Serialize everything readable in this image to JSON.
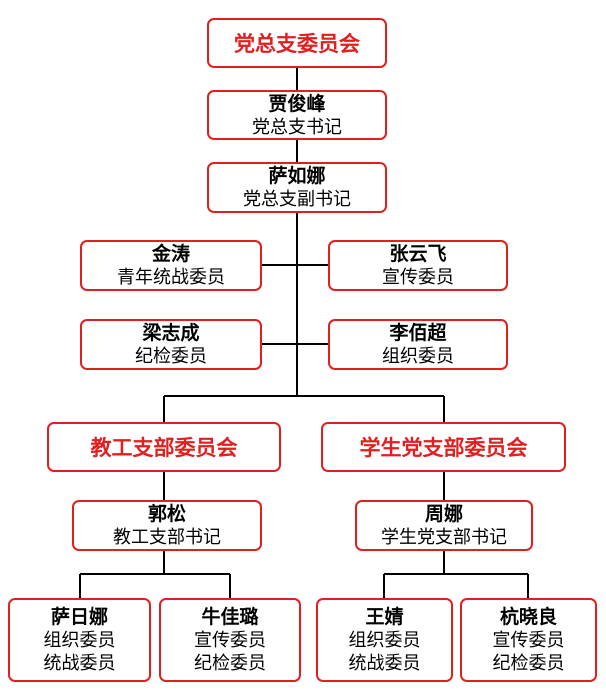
{
  "committee": {
    "title": "党总支委员会"
  },
  "secretary": {
    "name": "贾俊峰",
    "role": "党总支书记"
  },
  "deputy": {
    "name": "萨如娜",
    "role": "党总支副书记"
  },
  "members": [
    {
      "name": "金涛",
      "role": "青年统战委员"
    },
    {
      "name": "张云飞",
      "role": "宣传委员"
    },
    {
      "name": "梁志成",
      "role": "纪检委员"
    },
    {
      "name": "李佰超",
      "role": "组织委员"
    }
  ],
  "branches": [
    {
      "title": "教工支部委员会",
      "secretary": {
        "name": "郭松",
        "role": "教工支部书记"
      },
      "members": [
        {
          "name": "萨日娜",
          "roles": [
            "组织委员",
            "统战委员"
          ]
        },
        {
          "name": "牛佳璐",
          "roles": [
            "宣传委员",
            "纪检委员"
          ]
        }
      ]
    },
    {
      "title": "学生党支部委员会",
      "secretary": {
        "name": "周娜",
        "role": "学生党支部书记"
      },
      "members": [
        {
          "name": "王婧",
          "roles": [
            "组织委员",
            "统战委员"
          ]
        },
        {
          "name": "杭晓良",
          "roles": [
            "宣传委员",
            "纪检委员"
          ]
        }
      ]
    }
  ]
}
